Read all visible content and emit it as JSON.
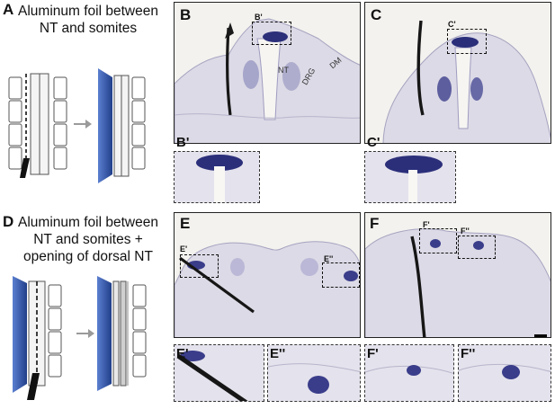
{
  "panels": {
    "A": {
      "letter": "A",
      "caption": "Aluminum foil between NT and somites"
    },
    "B": {
      "letter": "B",
      "roi": "B'",
      "labels": {
        "nt": "NT",
        "drg": "DRG",
        "dm": "DM"
      }
    },
    "B_inset": {
      "letter": "B'"
    },
    "C": {
      "letter": "C",
      "roi": "C'"
    },
    "C_inset": {
      "letter": "C'"
    },
    "D": {
      "letter": "D",
      "caption": "Aluminum foil between NT and somites + opening of dorsal NT"
    },
    "E": {
      "letter": "E",
      "roi_left": "E'",
      "roi_right": "E''"
    },
    "E_insets": {
      "left": "E'",
      "right": "E''"
    },
    "F": {
      "letter": "F",
      "roi_left": "F'",
      "roi_right": "F''"
    },
    "F_insets": {
      "left": "F'",
      "right": "F''"
    }
  },
  "colors": {
    "tissue": "#dfdde6",
    "stain": "#2b2f7a",
    "foil_blue": "#3a5fb0",
    "arrow": "#9a9a9a",
    "somite_fill": "#ffffff",
    "nt_fill": "#f2f2f2"
  },
  "icons": [
    "arrow-right-icon",
    "scale-bar-icon"
  ]
}
